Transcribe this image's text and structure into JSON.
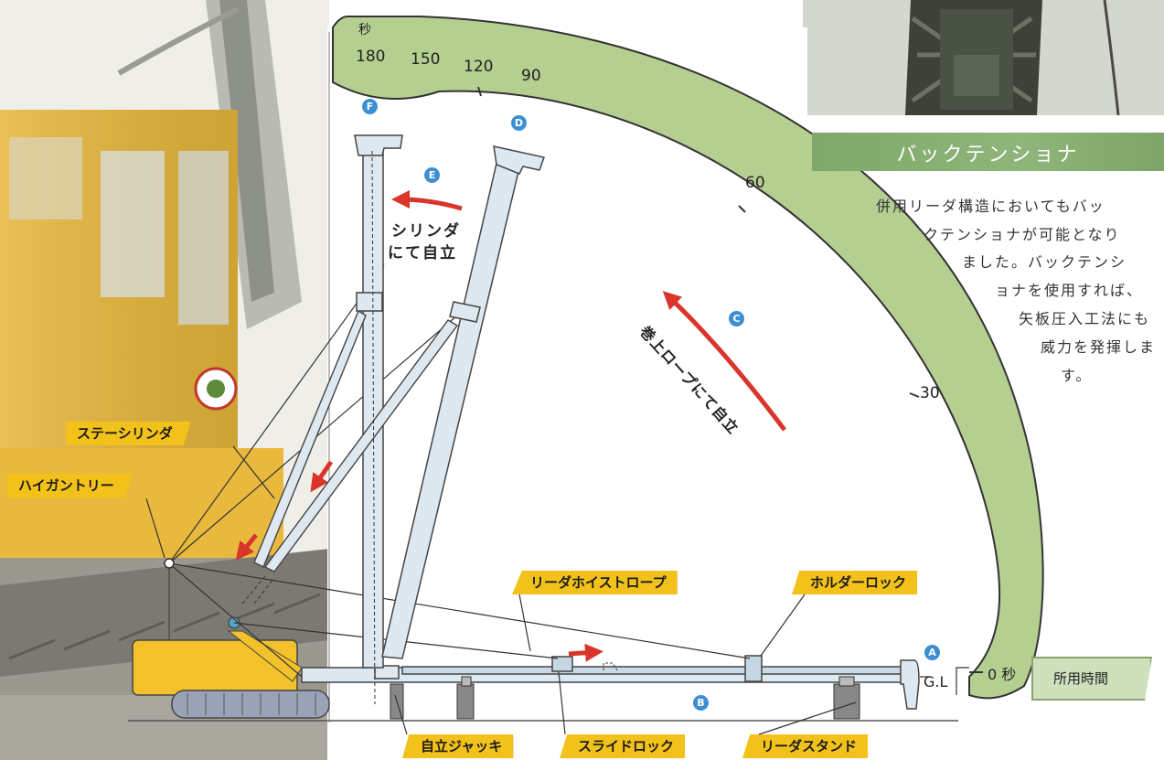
{
  "time_scale": {
    "unit_top": "秒",
    "ticks": [
      "180",
      "150",
      "120",
      "90",
      "60",
      "30"
    ],
    "zero_label": "0 秒",
    "axis_title": "所用時間"
  },
  "markers": {
    "A": "A",
    "B": "B",
    "C": "C",
    "D": "D",
    "E": "E",
    "F": "F"
  },
  "annotations": {
    "cylinder_self_stand": [
      "シリンダ",
      "にて自立"
    ],
    "hoist_rope_self_stand": "巻上ロープにて自立",
    "gl": "G.L"
  },
  "tags": {
    "stay_cylinder": "ステーシリンダ",
    "high_gantry": "ハイガントリー",
    "leader_hoist_rope": "リーダホイストロープ",
    "holder_lock": "ホルダーロック",
    "self_jack": "自立ジャッキ",
    "slide_lock": "スライドロック",
    "leader_stand": "リーダスタンド"
  },
  "back_tensioner": {
    "title": "バックテンショナ",
    "lines": [
      "併用リーダ構造においてもバッ",
      "クテンショナが可能となり",
      "ました。バックテンシ",
      "ョナを使用すれば、",
      "矢板圧入工法にも",
      "威力を発揮しま",
      "す。"
    ]
  },
  "colors": {
    "arc_green": "#b5cf90",
    "arc_stroke": "#333333",
    "tag_yellow": "#f3c21a",
    "arrow_red": "#d9352a",
    "marker_blue": "#3d8fd1",
    "machine_yellow": "#f2c12b",
    "header_green": "#85ac70"
  }
}
